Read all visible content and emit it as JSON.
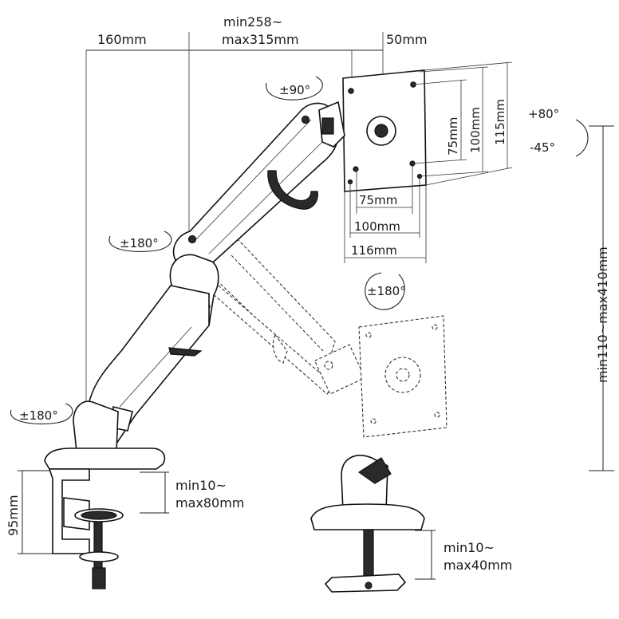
{
  "dimensions": {
    "base_offset": "160mm",
    "arm_reach_min": "min258~",
    "arm_reach_max": "max315mm",
    "head_offset": "50mm",
    "vesa_w_75": "75mm",
    "vesa_w_100": "100mm",
    "plate_width": "116mm",
    "vesa_h_75": "75mm",
    "vesa_h_100": "100mm",
    "plate_height": "115mm",
    "height_range": "min110~max410mm",
    "clamp_height": "95mm",
    "clamp_min": "min10~",
    "clamp_max": "max80mm",
    "grommet_min": "min10~",
    "grommet_max": "max40mm"
  },
  "rotations": {
    "head_swivel": "±90°",
    "tilt_up": "+80°",
    "tilt_down": "-45°",
    "rotation": "±180°",
    "elbow_swivel": "±180°",
    "base_swivel": "±180°"
  }
}
